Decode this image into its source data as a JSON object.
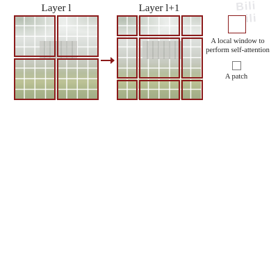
{
  "figure": {
    "left_title": "Layer l",
    "right_title": "Layer l+1"
  },
  "legend": {
    "window_label": "A local window to perform self-attention",
    "patch_label": "A patch"
  },
  "watermark": {
    "text": "Bilibili"
  },
  "colors": {
    "window_border": "#8b1a1a",
    "patch_line": "#ffffff"
  }
}
